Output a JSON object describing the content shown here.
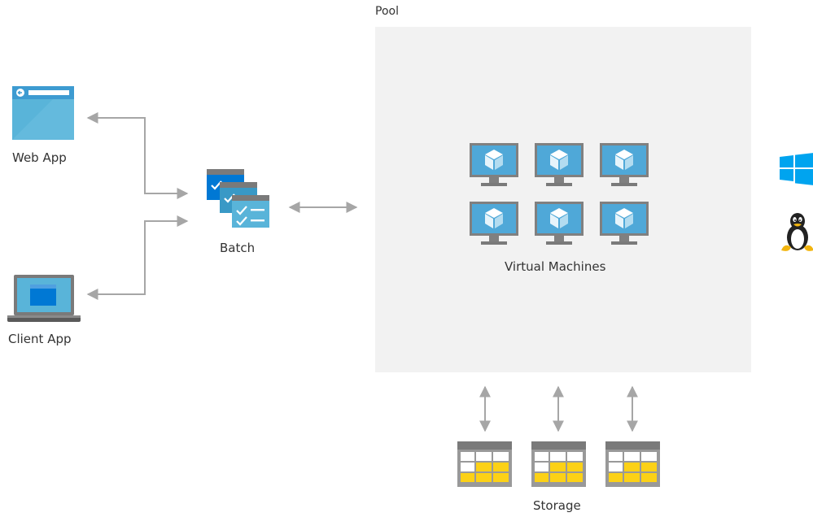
{
  "labels": {
    "pool": "Pool",
    "web_app": "Web App",
    "client_app": "Client App",
    "batch": "Batch",
    "virtual_machines": "Virtual Machines",
    "storage": "Storage"
  },
  "icons": {
    "web_app": "browser-window-icon",
    "client_app": "laptop-icon",
    "batch": "batch-icon",
    "virtual_machine": "monitor-cube-icon",
    "storage": "storage-table-icon",
    "windows": "windows-logo-icon",
    "linux": "linux-penguin-icon"
  },
  "colors": {
    "pool_bg": "#f2f2f2",
    "arrow": "#a6a6a6",
    "text": "#333333",
    "vm_screen": "#4fa8d8",
    "vm_frame": "#808080",
    "azure_blue": "#0078d4",
    "light_blue": "#59b4d9",
    "storage_yellow": "#fcd116",
    "windows_blue": "#00a4ef"
  },
  "counts": {
    "virtual_machines": 6,
    "storage_units": 3
  }
}
